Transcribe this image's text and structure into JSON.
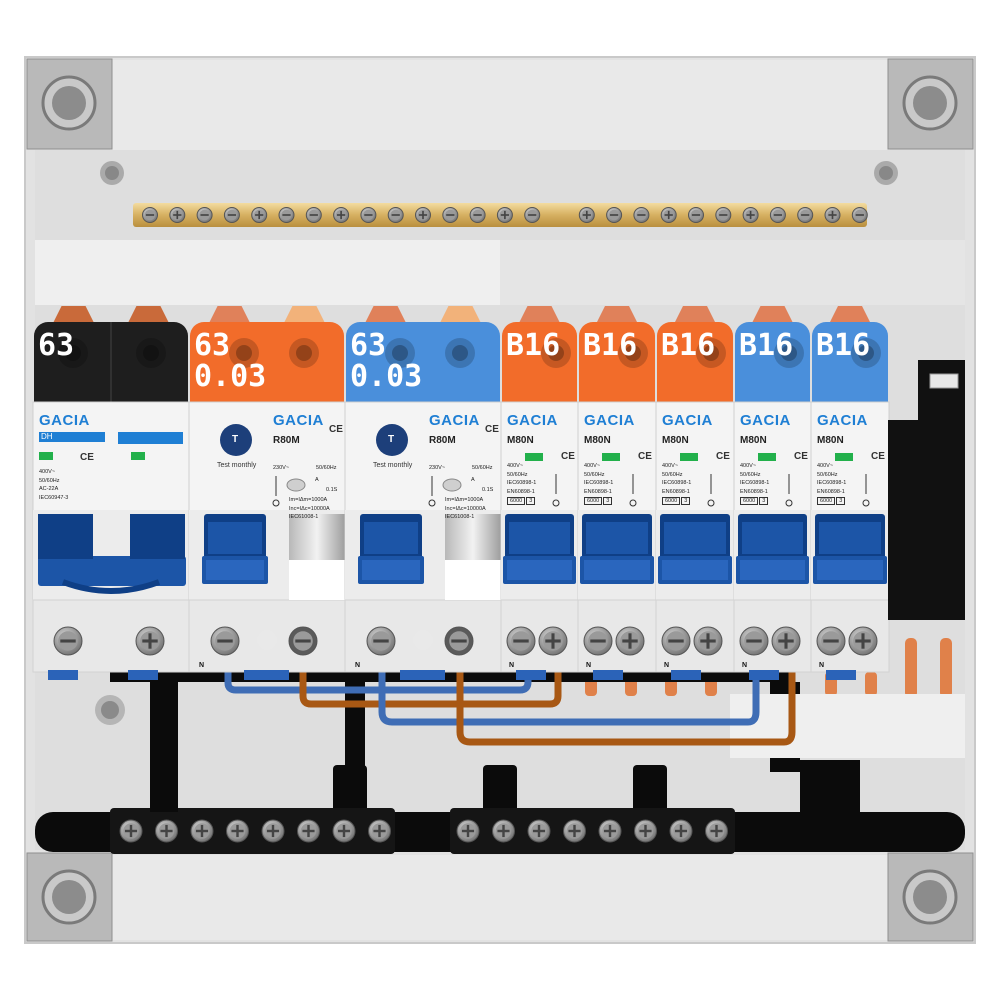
{
  "brand": "GACIA",
  "ce_mark": "CE",
  "neutral_label": "N",
  "colors": {
    "black": "#1e1e1e",
    "orange": "#f26c2a",
    "blue": "#4a8fdb",
    "lever_blue": "#1c55a7",
    "brand_blue": "#1f7fd4",
    "enclosure": "#e3e3e3"
  },
  "modules": [
    {
      "id": "main-switch",
      "color": "black",
      "rating": "63",
      "type_tag": "DH",
      "specs": [
        "400V~",
        "50/60Hz",
        "AC-22A",
        "IEC60947-3"
      ]
    },
    {
      "id": "rcd-1",
      "color": "orange",
      "rating": "63\n0.03",
      "model": "R80M",
      "test": "Test monthly",
      "voltage": "230V~",
      "freq": "50/60Hz",
      "amp_tag": "A",
      "trip_time": "0.1S",
      "specs": [
        "Im=IΔm=1000A",
        "Inc=IΔc=10000A",
        "IEC61008-1"
      ]
    },
    {
      "id": "rcd-2",
      "color": "blue",
      "rating": "63\n0.03",
      "model": "R80M",
      "test": "Test monthly",
      "voltage": "230V~",
      "freq": "50/60Hz",
      "amp_tag": "A",
      "trip_time": "0.1S",
      "specs": [
        "Im=IΔm=1000A",
        "Inc=IΔc=10000A",
        "IEC61008-1"
      ]
    },
    {
      "id": "mcb-1",
      "color": "orange",
      "rating": "B16",
      "model": "M80N",
      "specs": [
        "400V~",
        "50/60Hz",
        "IEC60898-1",
        "EN60898-1"
      ],
      "capacity": [
        "6000",
        "3"
      ]
    },
    {
      "id": "mcb-2",
      "color": "orange",
      "rating": "B16",
      "model": "M80N",
      "specs": [
        "400V~",
        "50/60Hz",
        "IEC60898-1",
        "EN60898-1"
      ],
      "capacity": [
        "6000",
        "3"
      ]
    },
    {
      "id": "mcb-3",
      "color": "orange",
      "rating": "B16",
      "model": "M80N",
      "specs": [
        "400V~",
        "50/60Hz",
        "IEC60898-1",
        "EN60898-1"
      ],
      "capacity": [
        "6000",
        "3"
      ]
    },
    {
      "id": "mcb-4",
      "color": "blue",
      "rating": "B16",
      "model": "M80N",
      "specs": [
        "400V~",
        "50/60Hz",
        "IEC60898-1",
        "EN60898-1"
      ],
      "capacity": [
        "6000",
        "3"
      ]
    },
    {
      "id": "mcb-5",
      "color": "blue",
      "rating": "B16",
      "model": "M80N",
      "specs": [
        "400V~",
        "50/60Hz",
        "IEC60898-1",
        "EN60898-1"
      ],
      "capacity": [
        "6000",
        "3"
      ]
    }
  ],
  "neutral_bar_screws": 8,
  "earth_bar_screws": 8,
  "top_bus_screws": 27
}
